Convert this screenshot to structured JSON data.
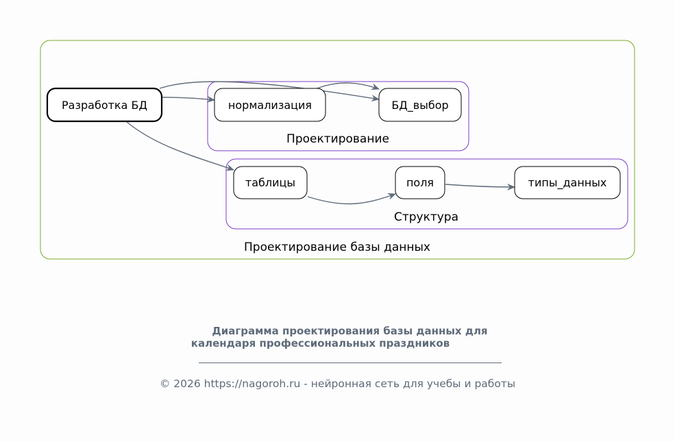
{
  "clusters": {
    "outer": {
      "label": "Проектирование базы данных",
      "color": "#7aab2e"
    },
    "design": {
      "label": "Проектирование",
      "color": "#7b3fc8"
    },
    "structure": {
      "label": "Структура",
      "color": "#7b3fc8"
    }
  },
  "nodes": {
    "root": "Разработка БД",
    "normalization": "нормализация",
    "db_choice": "БД_выбор",
    "tables": "таблицы",
    "fields": "поля",
    "data_types": "типы_данных"
  },
  "edges": [
    {
      "from": "root",
      "to": "normalization"
    },
    {
      "from": "root",
      "to": "db_choice"
    },
    {
      "from": "normalization",
      "to": "db_choice"
    },
    {
      "from": "root",
      "to": "tables"
    },
    {
      "from": "tables",
      "to": "fields"
    },
    {
      "from": "fields",
      "to": "data_types"
    }
  ],
  "edge_color": "#5f6b7a",
  "caption": {
    "title_line1": "Диаграмма проектирования базы данных для",
    "title_line2": "календаря профессиональных праздников",
    "copyright": "© 2026 https://nagoroh.ru - нейронная сеть для учебы и работы"
  }
}
